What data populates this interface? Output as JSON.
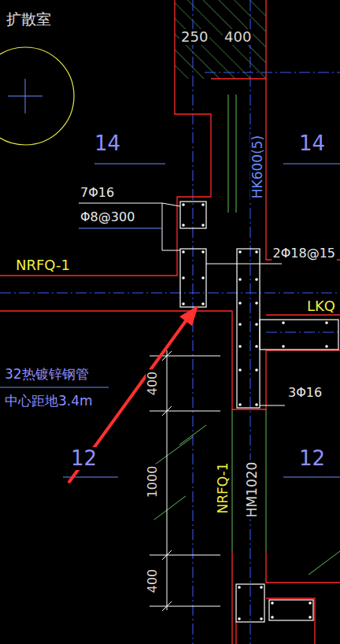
{
  "diagram": {
    "labels": [
      "扩散室",
      "250",
      "400",
      "14",
      "14",
      "HK600(5)",
      "7Φ16",
      "Φ8@300",
      "NRFQ-1",
      "2Φ18@15",
      "LKQ",
      "32热镀锌钢管",
      "中心距地3.4m",
      "12",
      "400",
      "1000",
      "400",
      "3Φ16",
      "NRFQ-1",
      "HM1020",
      "12"
    ]
  }
}
